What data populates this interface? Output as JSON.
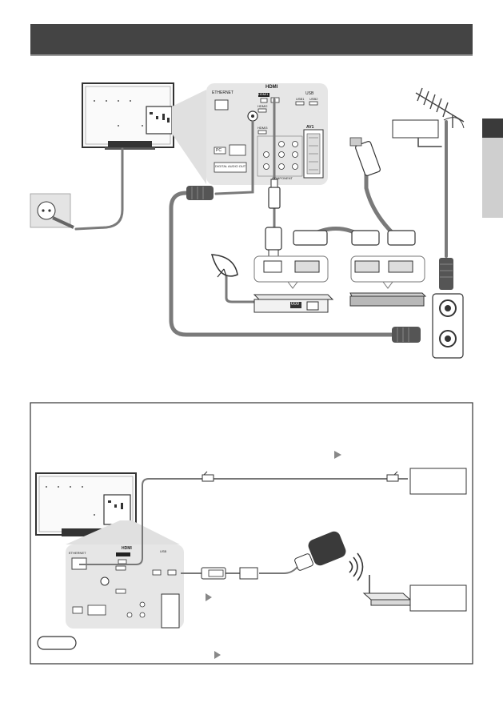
{
  "header": {
    "title": ""
  },
  "ports": {
    "ethernet": "ETHERNET",
    "hdmi_logo": "HDMI",
    "hdmi1": "HDMI1",
    "usb": "USB",
    "usb1": "USB1",
    "usb2": "USB2",
    "hdmi2": "HDMI2",
    "hdmi3": "HDMI3",
    "av1": "AV1",
    "pc": "PC",
    "digital_audio": "DIGITAL AUDIO OUT",
    "component": "COMPONENT"
  },
  "devices": {
    "dvd_display": "000",
    "lower_hdmi_logo": "HDMI",
    "lower_ethernet": "ETHERNET",
    "lower_usb": "USB"
  },
  "colors": {
    "header": "#444444",
    "cable": "#7a7a7a",
    "panel": "#e6e6e6",
    "device": "#d8d8d8"
  }
}
